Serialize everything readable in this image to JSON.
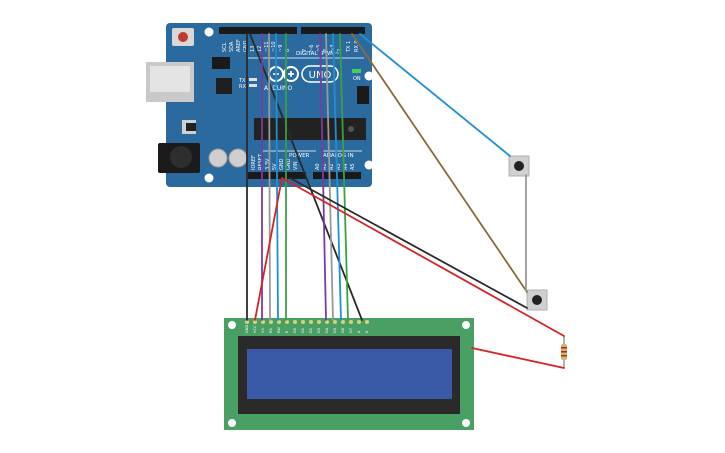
{
  "arduino": {
    "logo_text": "ARDUINO",
    "model_text": "UNO",
    "on_label": "ON",
    "tx_label": "TX",
    "rx_label": "RX",
    "digital_label": "DIGITAL (PWM~)",
    "power_label": "POWER",
    "analog_label": "ANALOG IN",
    "top_header_labels": [
      "SCL",
      "SDA",
      "AREF",
      "GND",
      "13",
      "12",
      "~11",
      "~10",
      "~9",
      "8",
      "7",
      "~6",
      "~5",
      "4",
      "~3",
      "2",
      "TX 1",
      "RX 0"
    ],
    "bottom_header_labels": [
      "IOREF",
      "RESET",
      "3.3V",
      "5V",
      "GND",
      "GND",
      "VIN",
      "A0",
      "A1",
      "A2",
      "A3",
      "A4",
      "A5"
    ]
  },
  "lcd": {
    "pin_labels": [
      "GND",
      "VCC",
      "V0",
      "RS",
      "RW",
      "E",
      "D0",
      "D1",
      "D2",
      "D3",
      "D4",
      "D5",
      "D6",
      "D7",
      "A",
      "K"
    ]
  },
  "colors": {
    "board": "#2b6a9e",
    "lcd_pcb": "#4aa064",
    "lcd_screen": "#3a5aa8",
    "wire_red": "#d42424",
    "wire_black": "#2a2a2a",
    "wire_blue": "#1e90d0",
    "wire_brown": "#8b6a3a",
    "wire_green": "#3aa040",
    "wire_purple": "#7a3aa0",
    "wire_gray": "#999999"
  }
}
